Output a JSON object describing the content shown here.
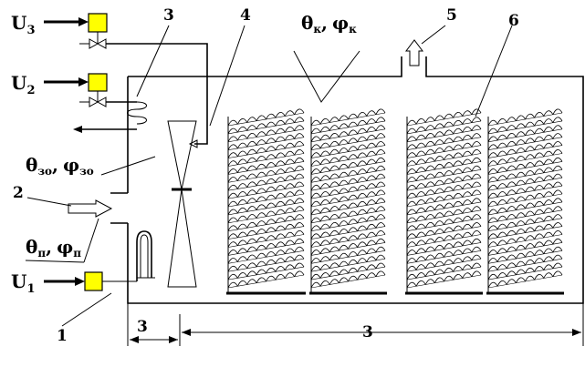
{
  "labels": {
    "u3": "U",
    "u3_sub": "3",
    "u2": "U",
    "u2_sub": "2",
    "u1": "U",
    "u1_sub": "1",
    "callout_1": "1",
    "callout_2": "2",
    "callout_3": "3",
    "callout_4": "4",
    "callout_5": "5",
    "callout_6": "6",
    "theta_k": "θ",
    "theta_k_sub": "к",
    "phi_k": "φ",
    "phi_k_sub": "к",
    "theta_zo": "θ",
    "theta_zo_sub": "зо",
    "phi_zo": "φ",
    "phi_zo_sub": "зо",
    "theta_p": "θ",
    "theta_p_sub": "п",
    "phi_p": "φ",
    "phi_p_sub": "п",
    "comma": ",",
    "dim_small": "3",
    "dim_large": "3"
  },
  "colors": {
    "actuator": "#ffff00",
    "line": "#000000"
  },
  "icons": {
    "actuator": "yellow-square-actuator-icon",
    "valve": "bowtie-valve-icon",
    "fan": "axial-fan-icon",
    "heater": "u-shaped-heater-icon",
    "coil": "coil-humidifier-icon",
    "rack": "egg-tray-rack-icon"
  }
}
